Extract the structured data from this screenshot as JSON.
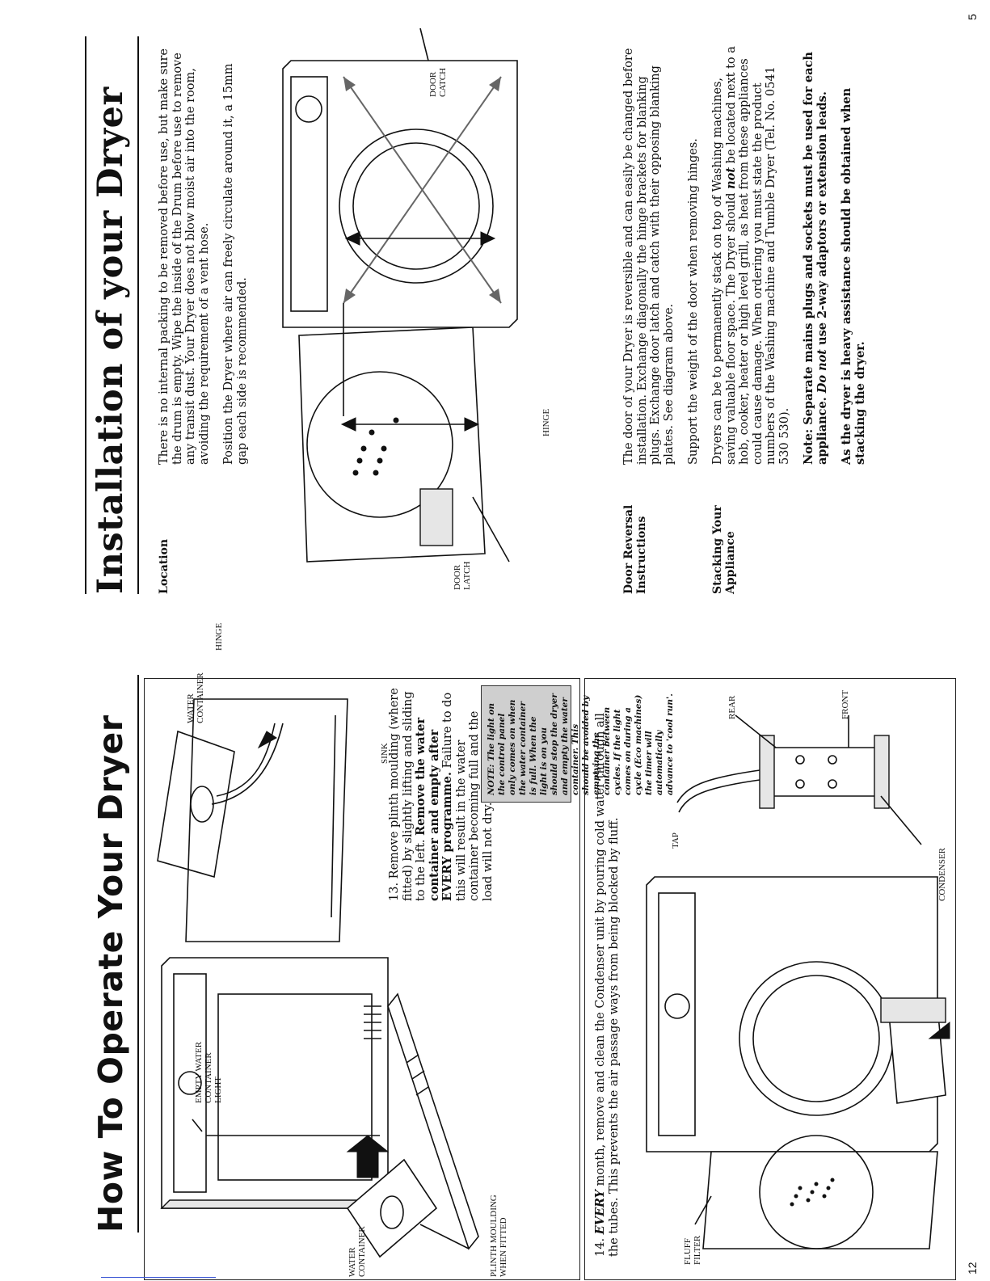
{
  "left_page": {
    "title": "How To Operate Your Dryer",
    "page_number": "12",
    "labels": {
      "water_container_1": "WATER\nCONTAINER",
      "empty_water_light": "EMPTY WATER\nCONTAINER\nLIGHT",
      "plinth": "PLINTH MOULDING\nWHEN FITTED",
      "water_container_2": "WATER\nCONTAINER",
      "sink": "SINK",
      "fluff_filter": "FLUFF\nFILTER",
      "tap": "TAP",
      "rear": "REAR",
      "front": "FRONT",
      "condenser": "CONDENSER"
    },
    "step13": {
      "number": "13.",
      "text_a": "Remove plinth moulding (where fitted) by slightly lifting and sliding to the left. ",
      "text_bold": "Remove the water container and empty after EVERY programme.",
      "text_b": " Failure to do this will result in the water container becoming full and the load will not dry."
    },
    "note": {
      "label": "NOTE:",
      "text": " The light on the control panel only comes on when the water container is full. When the light is on you should stop the dryer and empty the water container. This should be avoided by emptying the container between cycles. If the light comes on during a cycle (Eco machines) the timer will automatically advance to 'cool run'."
    },
    "step14": {
      "number": "14.",
      "every": "EVERY",
      "text": " month, remove and clean the Condenser unit by pouring cold water through all the tubes. This prevents the air passage ways from being blocked by fluff."
    }
  },
  "right_page": {
    "title": "Installation of your Dryer",
    "page_number": "5",
    "labels": {
      "hinge_top": "HINGE",
      "hinge_bottom": "HINGE",
      "door_catch": "DOOR\nCATCH",
      "door_latch": "DOOR\nLATCH"
    },
    "sections": {
      "location": {
        "heading": "Location",
        "p1": "There is no internal packing to be removed before use, but make sure the drum is empty. Wipe the inside of the Drum before use to remove any transit dust. Your Dryer does not blow moist air into the room, avoiding the requirement of a vent hose.",
        "p2": "Position the Dryer where air can freely circulate around it, a 15mm gap each side is recommended."
      },
      "door_reversal": {
        "heading": "Door Reversal\nInstructions",
        "p1": "The door of your Dryer is reversible and can easily be changed before installation. Exchange diagonally the hinge brackets for blanking plugs. Exchange door latch and catch with their opposing blanking plates. See diagram above.",
        "p2": "Support the weight of the door when removing hinges."
      },
      "stacking": {
        "heading": "Stacking Your\nAppliance",
        "p1_a": "Dryers can be to permanently stack on top of Washing machines, saving valuable floor space. The Dryer should ",
        "p1_not": "not",
        "p1_b": " be located next to a hob, cooker, heater or high level grill, as heat from these appliances could cause damage. When ordering you must state the product numbers of the Washing machine and Tumble Dryer (Tel. No. 0541 530 530).",
        "note_a": "Note: Separate mains plugs and sockets must be used for each appliance. ",
        "note_donot": "Do not",
        "note_b": " use 2-way adaptors or extension leads.",
        "heavy": "As the dryer is heavy assistance should be obtained when stacking the dryer."
      }
    }
  }
}
